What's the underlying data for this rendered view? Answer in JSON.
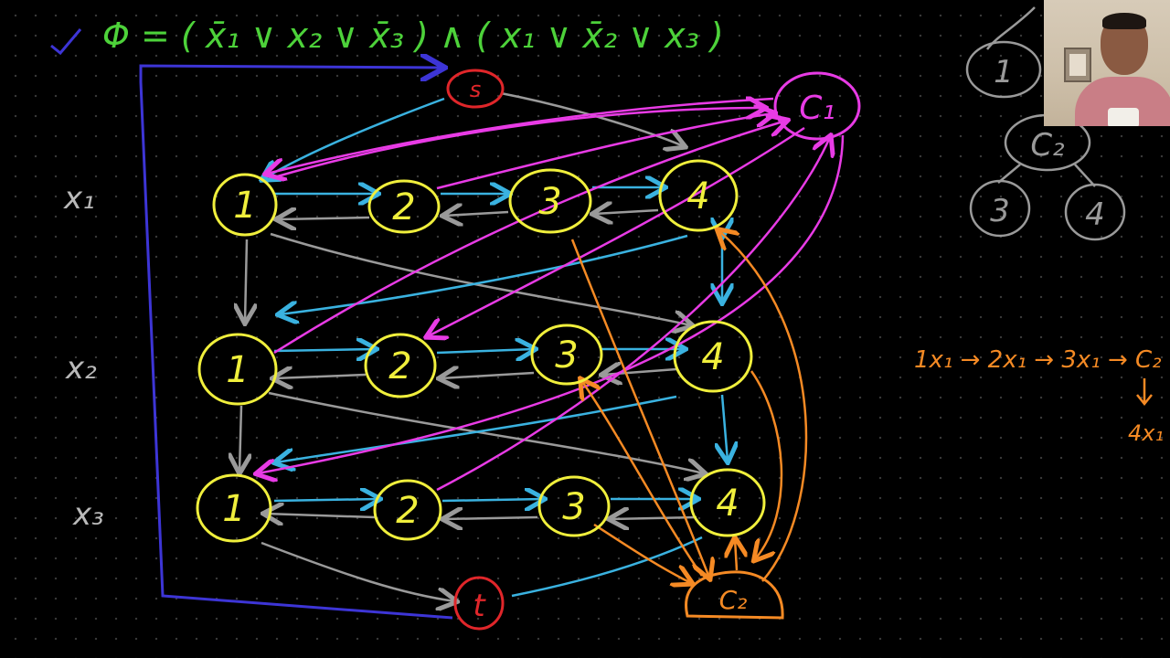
{
  "formula": "Φ = ( x̄₁ ∨ x₂ ∨ x̄₃ ) ∧ ( x₁ ∨ x̄₂ ∨ x₃ )",
  "rows": [
    {
      "label": "x₁",
      "nodes": [
        "1",
        "2",
        "3",
        "4"
      ]
    },
    {
      "label": "x₂",
      "nodes": [
        "1",
        "2",
        "3",
        "4"
      ]
    },
    {
      "label": "x₃",
      "nodes": [
        "1",
        "2",
        "3",
        "4"
      ]
    }
  ],
  "source": "s",
  "sink": "t",
  "clause_nodes": [
    "C₁",
    "C₂"
  ],
  "tree": {
    "root": "C₂",
    "left_parent_child": "1",
    "left": "3",
    "right": "4"
  },
  "path_annotation": {
    "line1": "1x₁ → 2x₁ → 3x₁ → C₂",
    "line2": "4x₁"
  },
  "colors": {
    "node": "#f0ef3c",
    "source_sink": "#e0262a",
    "clause1": "#e83be5",
    "clause2": "#f58a24",
    "horizontal": "#3ab2e0",
    "gray": "#9a9a9a",
    "blue": "#3d35d6",
    "formula": "#4dd23a",
    "label": "#b9b9b9"
  }
}
